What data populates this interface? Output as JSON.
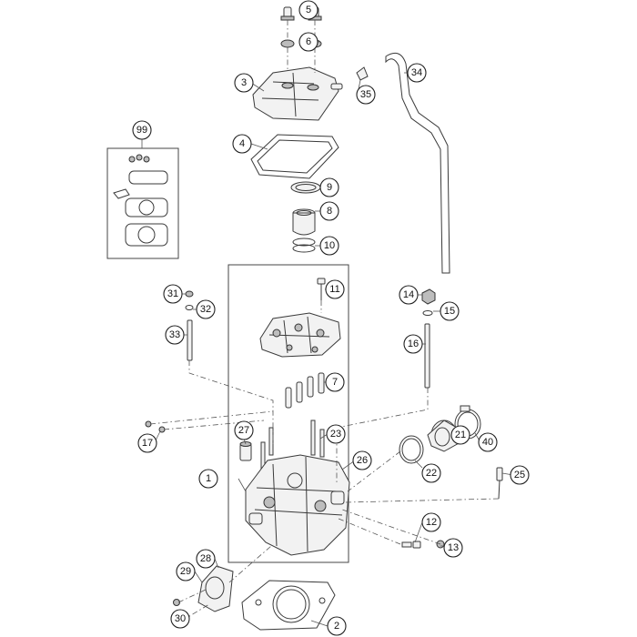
{
  "callouts": [
    {
      "id": "1"
    },
    {
      "id": "2"
    },
    {
      "id": "3"
    },
    {
      "id": "4"
    },
    {
      "id": "5"
    },
    {
      "id": "6"
    },
    {
      "id": "7"
    },
    {
      "id": "8"
    },
    {
      "id": "9"
    },
    {
      "id": "10"
    },
    {
      "id": "11"
    },
    {
      "id": "12"
    },
    {
      "id": "13"
    },
    {
      "id": "14"
    },
    {
      "id": "15"
    },
    {
      "id": "16"
    },
    {
      "id": "17"
    },
    {
      "id": "21"
    },
    {
      "id": "22"
    },
    {
      "id": "23"
    },
    {
      "id": "25"
    },
    {
      "id": "26"
    },
    {
      "id": "27"
    },
    {
      "id": "28"
    },
    {
      "id": "29"
    },
    {
      "id": "30"
    },
    {
      "id": "31"
    },
    {
      "id": "32"
    },
    {
      "id": "33"
    },
    {
      "id": "34"
    },
    {
      "id": "35"
    },
    {
      "id": "40"
    },
    {
      "id": "99"
    }
  ]
}
